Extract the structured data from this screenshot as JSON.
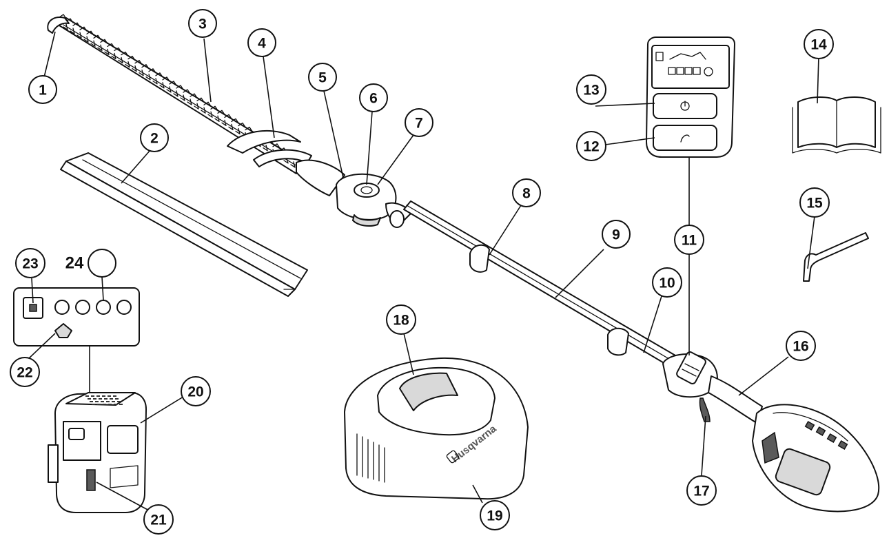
{
  "figure": {
    "brand_text": "Husqvarna"
  },
  "callouts": [
    {
      "id": "c1",
      "label": "1"
    },
    {
      "id": "c2",
      "label": "2"
    },
    {
      "id": "c3",
      "label": "3"
    },
    {
      "id": "c4",
      "label": "4"
    },
    {
      "id": "c5",
      "label": "5"
    },
    {
      "id": "c6",
      "label": "6"
    },
    {
      "id": "c7",
      "label": "7"
    },
    {
      "id": "c8",
      "label": "8"
    },
    {
      "id": "c9",
      "label": "9"
    },
    {
      "id": "c10",
      "label": "10"
    },
    {
      "id": "c11",
      "label": "11"
    },
    {
      "id": "c12",
      "label": "12"
    },
    {
      "id": "c13",
      "label": "13"
    },
    {
      "id": "c14",
      "label": "14"
    },
    {
      "id": "c15",
      "label": "15"
    },
    {
      "id": "c16",
      "label": "16"
    },
    {
      "id": "c17",
      "label": "17"
    },
    {
      "id": "c18",
      "label": "18"
    },
    {
      "id": "c19",
      "label": "19"
    },
    {
      "id": "c20",
      "label": "20"
    },
    {
      "id": "c21",
      "label": "21"
    },
    {
      "id": "c22",
      "label": "22"
    },
    {
      "id": "c23",
      "label": "23"
    },
    {
      "id": "c24",
      "label": "24"
    }
  ]
}
